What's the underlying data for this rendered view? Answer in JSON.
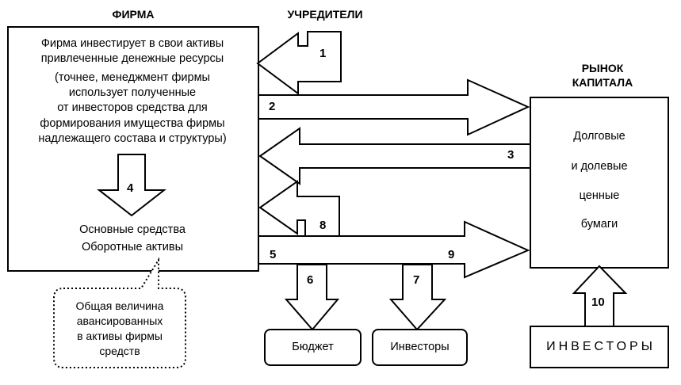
{
  "headers": {
    "firm": "ФИРМА",
    "founders": "УЧРЕДИТЕЛИ",
    "market_line1": "РЫНОК",
    "market_line2": "КАПИТАЛА"
  },
  "firm_box": {
    "lines": [
      "Фирма инвестирует в свои активы",
      "привлеченные денежные ресурсы",
      "(точнее, менеджмент фирмы",
      "использует полученные",
      "от инвесторов средства для",
      "формирования имущества фирмы",
      "надлежащего состава и структуры)"
    ],
    "assets_line1": "Основные средства",
    "assets_line2": "Оборотные активы"
  },
  "market_box": {
    "lines": [
      "Долговые",
      "и долевые",
      "ценные",
      "бумаги"
    ]
  },
  "callout": {
    "lines": [
      "Общая величина",
      "авансированных",
      "в активы фирмы",
      "средств"
    ]
  },
  "boxes": {
    "budget": "Бюджет",
    "investors_small": "Инвесторы",
    "investors_big": "ИНВЕСТОРЫ"
  },
  "flows": [
    "1",
    "2",
    "3",
    "4",
    "5",
    "6",
    "7",
    "8",
    "9",
    "10"
  ],
  "colors": {
    "ink": "#000000",
    "paper": "#ffffff"
  }
}
